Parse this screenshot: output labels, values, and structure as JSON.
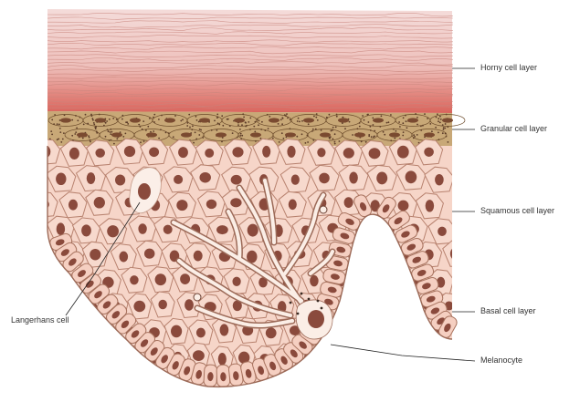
{
  "labels": {
    "horny": "Horny cell layer",
    "granular": "Granular cell layer",
    "squamous": "Squamous cell layer",
    "basal": "Basal cell layer",
    "langerhans": "Langerhans cell",
    "melanocyte": "Melanocyte"
  },
  "colors": {
    "horny_pale": "#f1d2cf",
    "horny_deep": "#dd6f68",
    "granular": "#c8a877",
    "granule": "#5a3a28",
    "cell_fill": "#f6d5c8",
    "cell_line": "#b8826f",
    "nucleus": "#8a4a3c",
    "dendrite": "#fbeee6",
    "leader": "#222222"
  }
}
